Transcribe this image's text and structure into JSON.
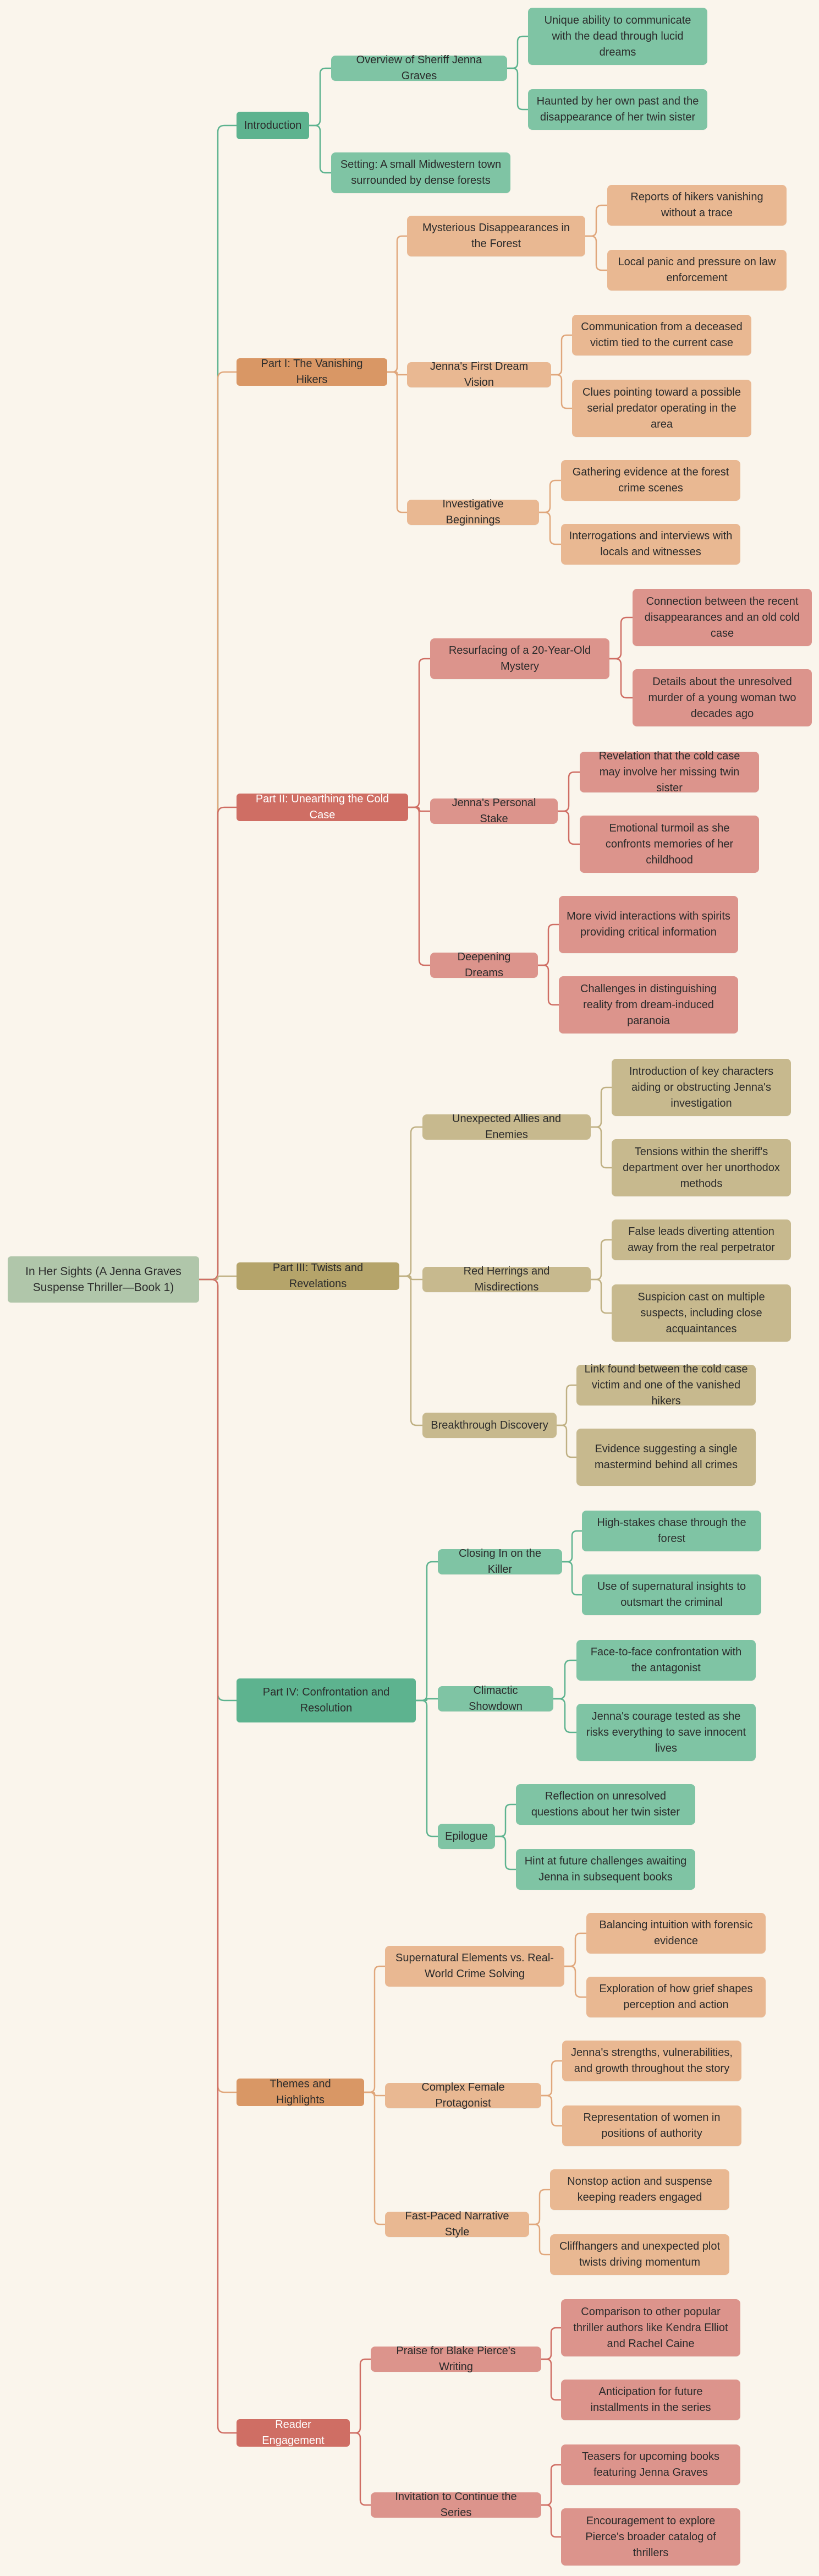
{
  "root": "In Her Sights (A Jenna Graves Suspense Thriller—Book 1)",
  "branches": [
    {
      "label": "Introduction",
      "color": "#5db38f",
      "light": "#7fc4a4",
      "line": "#5db38f",
      "text_light": false,
      "children": [
        {
          "label": "Overview of Sheriff Jenna Graves",
          "children": [
            "Unique ability to communicate with the dead through lucid dreams",
            "Haunted by her own past and the disappearance of her twin sister"
          ]
        },
        {
          "label": "Setting: A small Midwestern town surrounded by dense forests",
          "children": []
        }
      ]
    },
    {
      "label": "Part I: The Vanishing Hikers",
      "color": "#d99765",
      "light": "#e9b892",
      "line": "#e0a77c",
      "text_light": false,
      "children": [
        {
          "label": "Mysterious Disappearances in the Forest",
          "children": [
            "Reports of hikers vanishing without a trace",
            "Local panic and pressure on law enforcement"
          ]
        },
        {
          "label": "Jenna's First Dream Vision",
          "children": [
            "Communication from a deceased victim tied to the current case",
            "Clues pointing toward a possible serial predator operating in the area"
          ]
        },
        {
          "label": "Investigative Beginnings",
          "children": [
            "Gathering evidence at the forest crime scenes",
            "Interrogations and interviews with locals and witnesses"
          ]
        }
      ]
    },
    {
      "label": "Part II: Unearthing the Cold Case",
      "color": "#cf6e64",
      "light": "#dc948c",
      "line": "#cf6e64",
      "text_light": true,
      "children": [
        {
          "label": "Resurfacing of a 20-Year-Old Mystery",
          "children": [
            "Connection between the recent disappearances and an old cold case",
            "Details about the unresolved murder of a young woman two decades ago"
          ]
        },
        {
          "label": "Jenna's Personal Stake",
          "children": [
            "Revelation that the cold case may involve her missing twin sister",
            "Emotional turmoil as she confronts memories of her childhood"
          ]
        },
        {
          "label": "Deepening Dreams",
          "children": [
            "More vivid interactions with spirits providing critical information",
            "Challenges in distinguishing reality from dream-induced paranoia"
          ]
        }
      ]
    },
    {
      "label": "Part III: Twists and Revelations",
      "color": "#b5a46a",
      "light": "#c7b98e",
      "line": "#bfb083",
      "text_light": false,
      "children": [
        {
          "label": "Unexpected Allies and Enemies",
          "children": [
            "Introduction of key characters aiding or obstructing Jenna's investigation",
            "Tensions within the sheriff's department over her unorthodox methods"
          ]
        },
        {
          "label": "Red Herrings and Misdirections",
          "children": [
            "False leads diverting attention away from the real perpetrator",
            "Suspicion cast on multiple suspects, including close acquaintances"
          ]
        },
        {
          "label": "Breakthrough Discovery",
          "children": [
            "Link found between the cold case victim and one of the vanished hikers",
            "Evidence suggesting a single mastermind behind all crimes"
          ]
        }
      ]
    },
    {
      "label": "Part IV: Confrontation and Resolution",
      "color": "#5db38f",
      "light": "#7fc4a4",
      "line": "#5db38f",
      "text_light": false,
      "children": [
        {
          "label": "Closing In on the Killer",
          "children": [
            "High-stakes chase through the forest",
            "Use of supernatural insights to outsmart the criminal"
          ]
        },
        {
          "label": "Climactic Showdown",
          "children": [
            "Face-to-face confrontation with the antagonist",
            "Jenna's courage tested as she risks everything to save innocent lives"
          ]
        },
        {
          "label": "Epilogue",
          "children": [
            "Reflection on unresolved questions about her twin sister",
            "Hint at future challenges awaiting Jenna in subsequent books"
          ]
        }
      ]
    },
    {
      "label": "Themes and Highlights",
      "color": "#d99765",
      "light": "#e9b892",
      "line": "#e0a77c",
      "text_light": false,
      "children": [
        {
          "label": "Supernatural Elements vs. Real-World Crime Solving",
          "children": [
            "Balancing intuition with forensic evidence",
            "Exploration of how grief shapes perception and action"
          ]
        },
        {
          "label": "Complex Female Protagonist",
          "children": [
            "Jenna's strengths, vulnerabilities, and growth throughout the story",
            "Representation of women in positions of authority"
          ]
        },
        {
          "label": "Fast-Paced Narrative Style",
          "children": [
            "Nonstop action and suspense keeping readers engaged",
            "Cliffhangers and unexpected plot twists driving momentum"
          ]
        }
      ]
    },
    {
      "label": "Reader Engagement",
      "color": "#cf6e64",
      "light": "#dc948c",
      "line": "#cf6e64",
      "text_light": true,
      "children": [
        {
          "label": "Praise for Blake Pierce's Writing",
          "children": [
            "Comparison to other popular thriller authors like Kendra Elliot and Rachel Caine",
            "Anticipation for future installments in the series"
          ]
        },
        {
          "label": "Invitation to Continue the Series",
          "children": [
            "Teasers for upcoming books featuring Jenna Graves",
            "Encouragement to explore Pierce's broader catalog of thrillers"
          ]
        }
      ]
    }
  ]
}
